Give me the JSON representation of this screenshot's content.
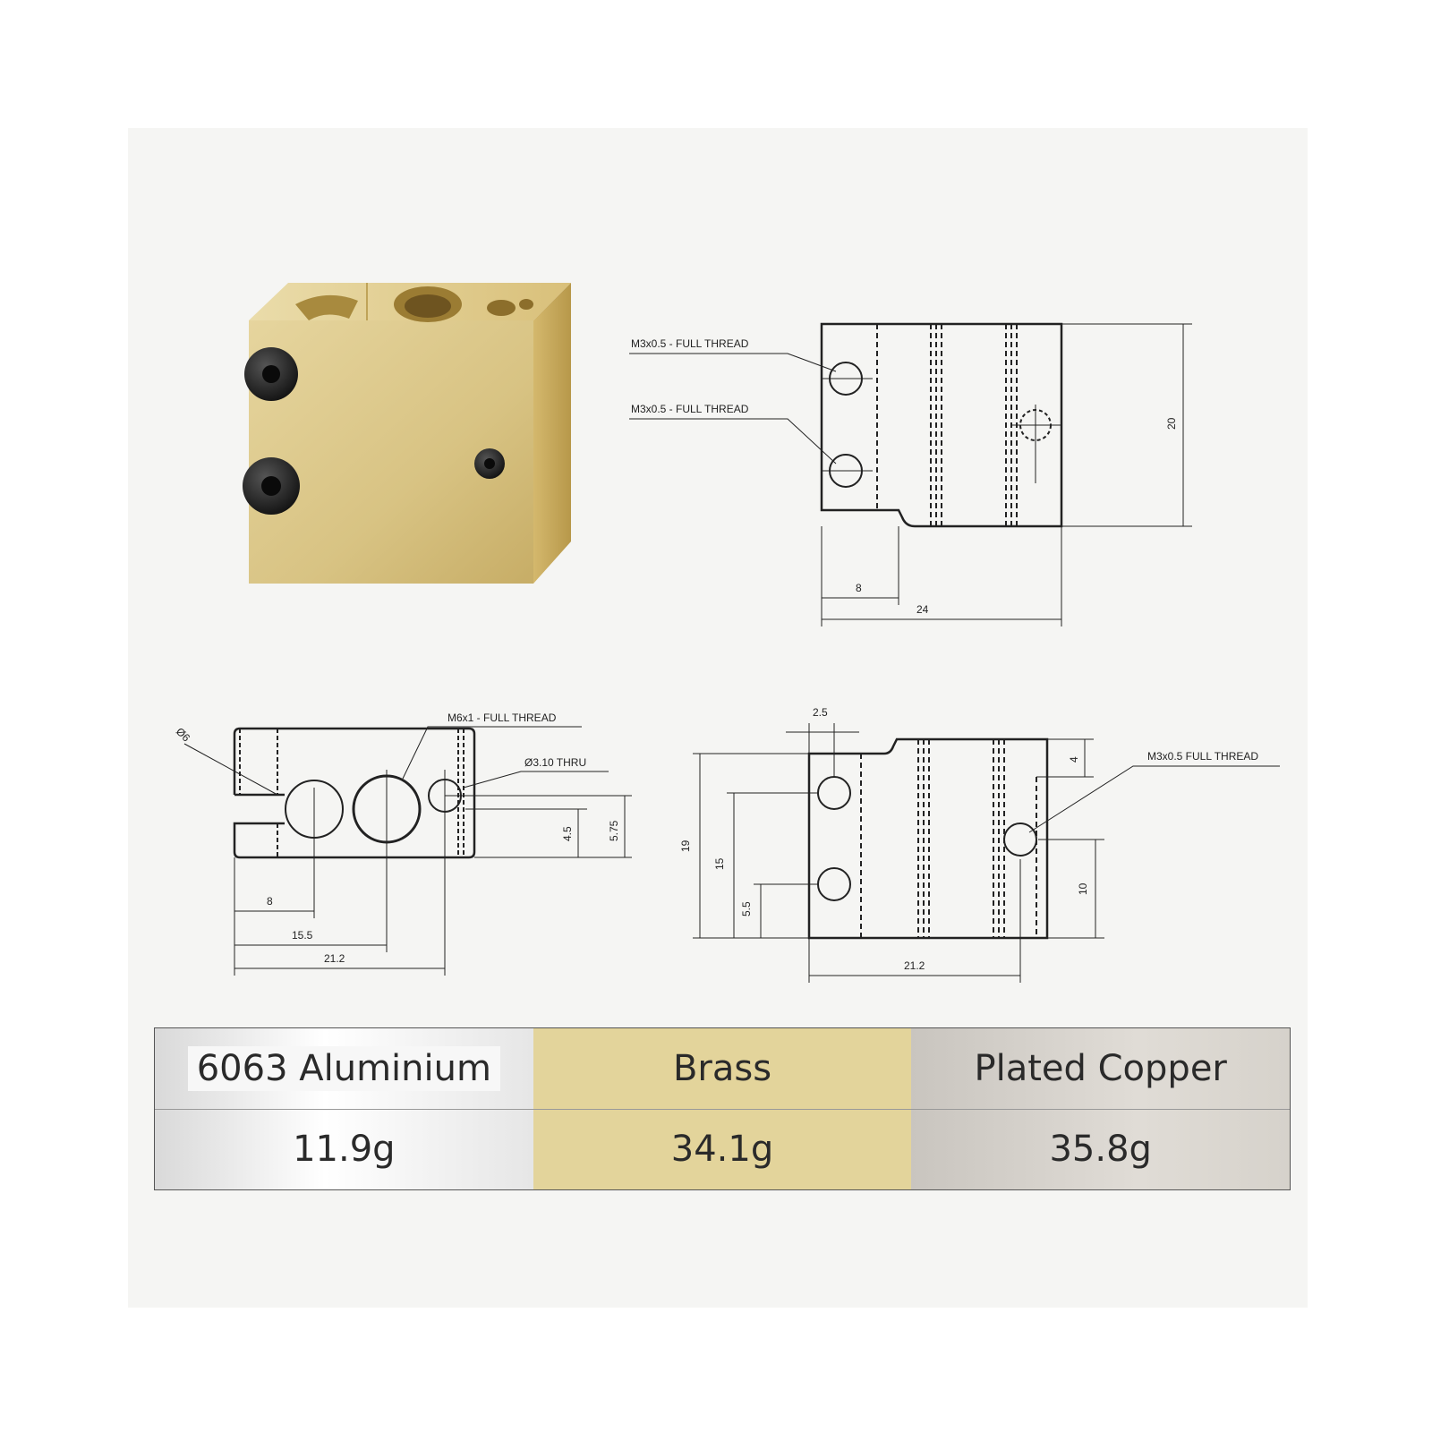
{
  "top_view": {
    "callout_1": "M3x0.5 - FULL THREAD",
    "callout_2": "M3x0.5 - FULL THREAD",
    "dim_height": "20",
    "dim_step": "8",
    "dim_width": "24"
  },
  "front_view": {
    "callout_dia": "Ø6",
    "callout_m6": "M6x1 - FULL THREAD",
    "callout_thru": "Ø3.10 THRU",
    "dim_45": "4.5",
    "dim_575": "5.75",
    "dim_8": "8",
    "dim_155": "15.5",
    "dim_212": "21.2"
  },
  "side_view": {
    "dim_25": "2.5",
    "dim_4": "4",
    "callout_m3": "M3x0.5 FULL THREAD",
    "dim_19": "19",
    "dim_15": "15",
    "dim_55": "5.5",
    "dim_10": "10",
    "dim_212": "21.2"
  },
  "weights": {
    "headers": [
      "6063 Aluminium",
      "Brass",
      "Plated Copper"
    ],
    "values": [
      "11.9g",
      "34.1g",
      "35.8g"
    ]
  },
  "colors": {
    "brass": "#d8c383",
    "brass_dark": "#b89c52",
    "screw": "#1c1c1c"
  }
}
